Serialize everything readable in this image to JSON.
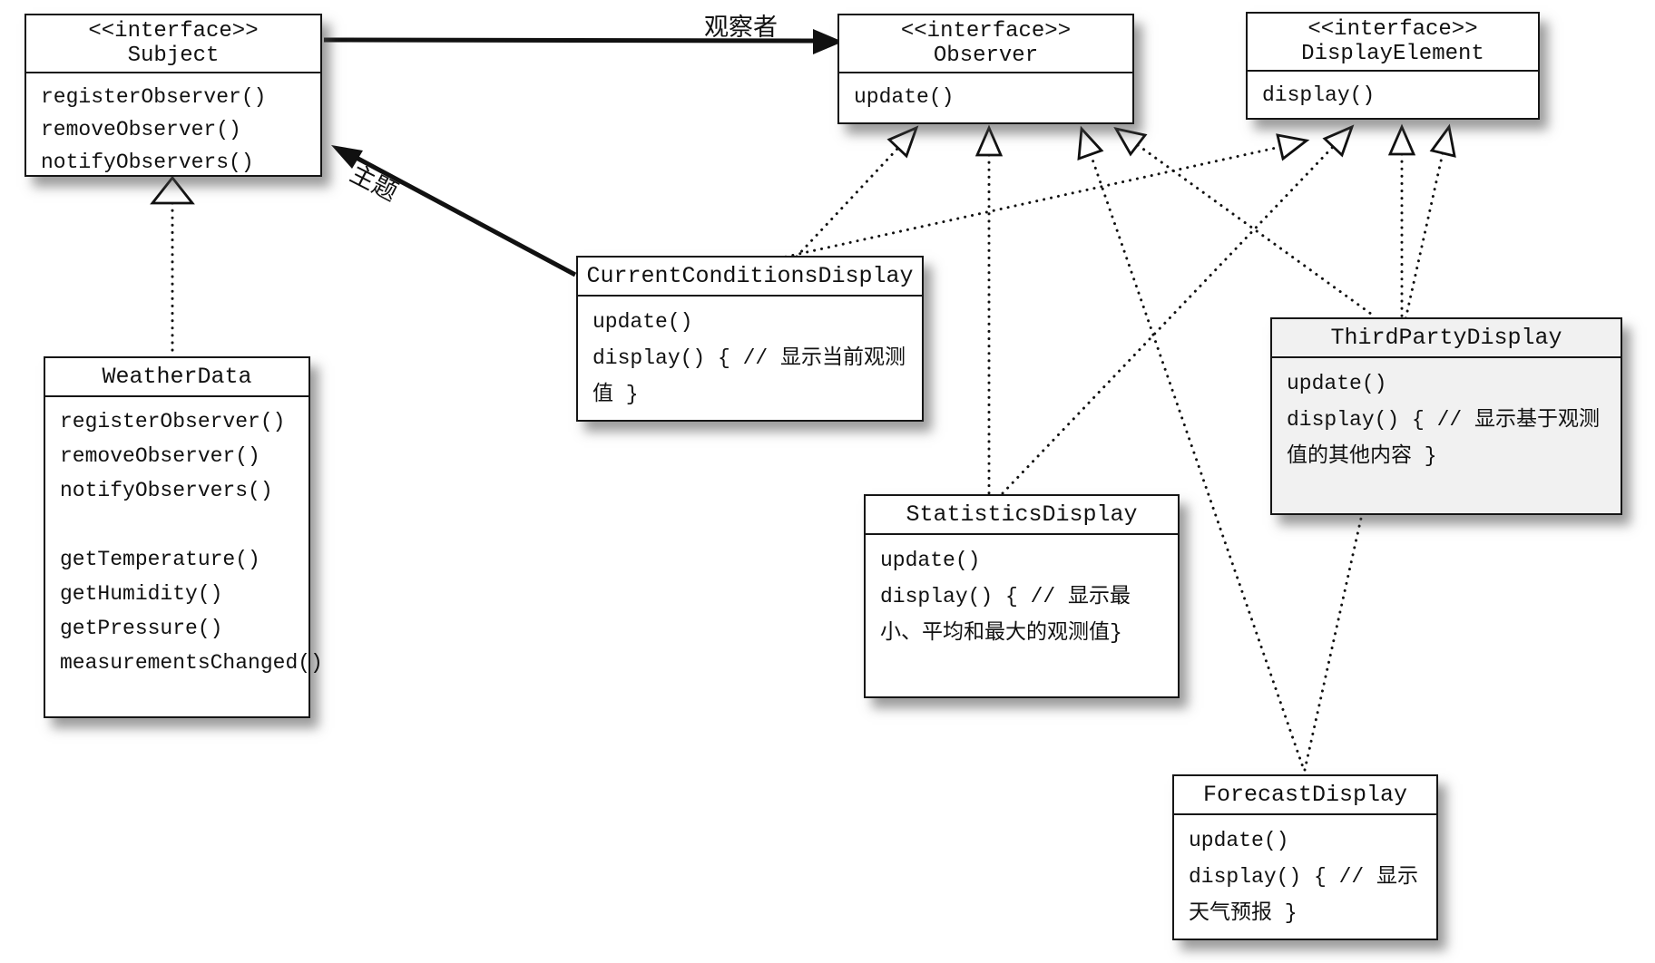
{
  "diagram": {
    "kind": "uml-class-diagram",
    "classes": {
      "subject": {
        "stereotype": "<<interface>>",
        "name": "Subject",
        "methods": [
          "registerObserver()",
          "removeObserver()",
          "notifyObservers()"
        ]
      },
      "observer": {
        "stereotype": "<<interface>>",
        "name": "Observer",
        "methods": [
          "update()"
        ]
      },
      "display_element": {
        "stereotype": "<<interface>>",
        "name": "DisplayElement",
        "methods": [
          "display()"
        ]
      },
      "weather_data": {
        "name": "WeatherData",
        "methods": [
          "registerObserver()",
          "removeObserver()",
          "notifyObservers()",
          "",
          "getTemperature()",
          "getHumidity()",
          "getPressure()",
          "measurementsChanged()"
        ]
      },
      "current_conditions": {
        "name": "CurrentConditionsDisplay",
        "methods": [
          "update()",
          "display() { // 显示当前观测值 }"
        ]
      },
      "statistics": {
        "name": "StatisticsDisplay",
        "methods": [
          "update()",
          "display() { // 显示最小、平均和最大的观测值}"
        ]
      },
      "third_party": {
        "name": "ThirdPartyDisplay",
        "methods": [
          "update()",
          "display() { // 显示基于观测值的其他内容 }"
        ]
      },
      "forecast": {
        "name": "ForecastDisplay",
        "methods": [
          "update()",
          "display() { // 显示天气预报 }"
        ]
      }
    },
    "edge_labels": {
      "observer_role": "观察者",
      "subject_role": "主题"
    },
    "relations": [
      {
        "from": "Subject",
        "to": "Observer",
        "type": "association",
        "label": "观察者"
      },
      {
        "from": "CurrentConditionsDisplay",
        "to": "Subject",
        "type": "association",
        "label": "主题"
      },
      {
        "from": "WeatherData",
        "to": "Subject",
        "type": "realization"
      },
      {
        "from": "CurrentConditionsDisplay",
        "to": "Observer",
        "type": "realization"
      },
      {
        "from": "StatisticsDisplay",
        "to": "Observer",
        "type": "realization"
      },
      {
        "from": "ForecastDisplay",
        "to": "Observer",
        "type": "realization"
      },
      {
        "from": "ThirdPartyDisplay",
        "to": "Observer",
        "type": "realization"
      },
      {
        "from": "CurrentConditionsDisplay",
        "to": "DisplayElement",
        "type": "realization"
      },
      {
        "from": "StatisticsDisplay",
        "to": "DisplayElement",
        "type": "realization"
      },
      {
        "from": "ThirdPartyDisplay",
        "to": "DisplayElement",
        "type": "realization"
      },
      {
        "from": "ForecastDisplay",
        "to": "DisplayElement",
        "type": "realization"
      }
    ],
    "colors": {
      "box_fill": "#ffffff",
      "third_party_fill": "#f1f1f1",
      "line": "#111111",
      "background": "#ffffff"
    }
  }
}
